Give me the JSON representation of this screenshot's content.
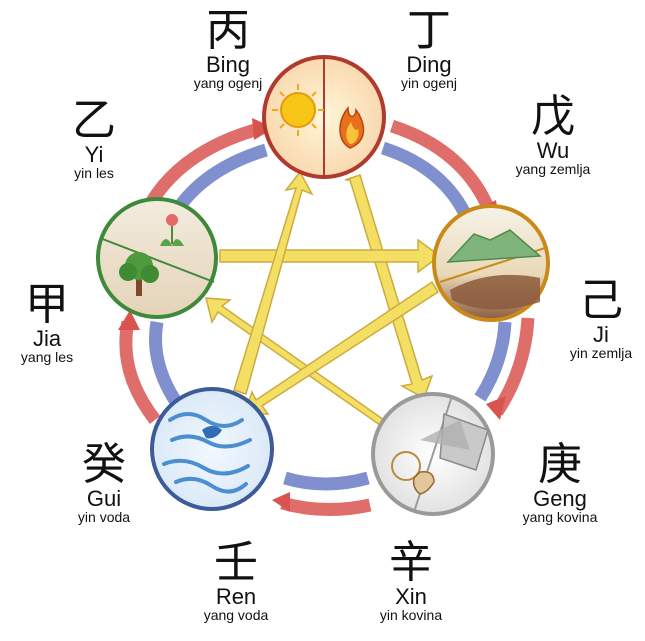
{
  "stems": {
    "bing": {
      "hanzi": "丙",
      "pinyin": "Bing",
      "desc": "yang ogenj"
    },
    "ding": {
      "hanzi": "丁",
      "pinyin": "Ding",
      "desc": "yin ogenj"
    },
    "wu": {
      "hanzi": "戊",
      "pinyin": "Wu",
      "desc": "yang zemlja"
    },
    "ji": {
      "hanzi": "己",
      "pinyin": "Ji",
      "desc": "yin zemlja"
    },
    "geng": {
      "hanzi": "庚",
      "pinyin": "Geng",
      "desc": "yang kovina"
    },
    "xin": {
      "hanzi": "辛",
      "pinyin": "Xin",
      "desc": "yin kovina"
    },
    "ren": {
      "hanzi": "壬",
      "pinyin": "Ren",
      "desc": "yang voda"
    },
    "gui": {
      "hanzi": "癸",
      "pinyin": "Gui",
      "desc": "yin voda"
    },
    "jia": {
      "hanzi": "甲",
      "pinyin": "Jia",
      "desc": "yang les"
    },
    "yi": {
      "hanzi": "乙",
      "pinyin": "Yi",
      "desc": "yin les"
    }
  },
  "elements": {
    "fire": {
      "border": "#b03a2e"
    },
    "earth": {
      "border": "#c98a1a"
    },
    "metal": {
      "border": "#9a9a9a"
    },
    "water": {
      "border": "#3d5a99"
    },
    "wood": {
      "border": "#3f8a3a"
    }
  },
  "colors": {
    "generating_arrow_outer": "#d9534f",
    "generating_arrow_inner": "#6a7bc4",
    "controlling_arrow": "#f3dc55"
  }
}
